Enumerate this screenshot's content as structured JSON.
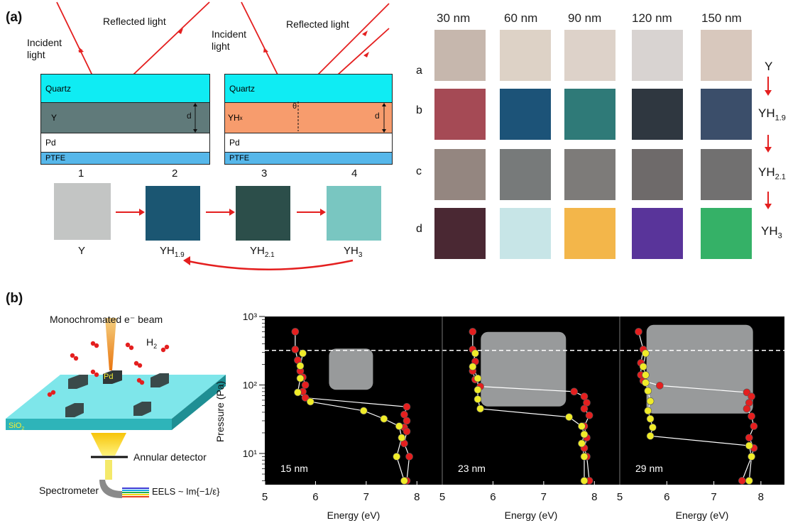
{
  "panel_a": {
    "label": "(a)",
    "diagram1": {
      "incident": "Incident\nlight",
      "reflected": "Reflected light",
      "layers": [
        "Quartz",
        "Y",
        "Pd",
        "PTFE"
      ],
      "d": "d"
    },
    "diagram2": {
      "incident": "Incident\nlight",
      "reflected": "Reflected light",
      "layers": [
        "Quartz",
        "YH",
        "Pd",
        "PTFE"
      ],
      "yh_sub": "x",
      "d": "d",
      "theta": "θ"
    },
    "sequence": [
      {
        "num": "1",
        "label": "Y",
        "sub": "",
        "color": "#c3c5c4"
      },
      {
        "num": "2",
        "label": "YH",
        "sub": "1.9",
        "color": "#1b5672"
      },
      {
        "num": "3",
        "label": "YH",
        "sub": "2.1",
        "color": "#2c4e4a"
      },
      {
        "num": "4",
        "label": "YH",
        "sub": "3",
        "color": "#79c6c1"
      }
    ],
    "thicknesses": [
      "30 nm",
      "60 nm",
      "90 nm",
      "120 nm",
      "150 nm"
    ],
    "rows": [
      {
        "row": "a",
        "label": "Y",
        "sub": "",
        "colors": [
          "#c6b7ad",
          "#ddd2c6",
          "#ddd2c9",
          "#d8d3d1",
          "#d8c8bd"
        ]
      },
      {
        "row": "b",
        "label": "YH",
        "sub": "1.9",
        "colors": [
          "#a54a55",
          "#1c5378",
          "#2f7a78",
          "#2f3740",
          "#3b4e6a"
        ]
      },
      {
        "row": "c",
        "label": "YH",
        "sub": "2.1",
        "colors": [
          "#948680",
          "#777a7a",
          "#7d7b79",
          "#6e6a6a",
          "#717070"
        ]
      },
      {
        "row": "d",
        "label": "YH",
        "sub": "3",
        "colors": [
          "#4a2833",
          "#c7e5e7",
          "#f3b64a",
          "#59349a",
          "#35b167"
        ]
      }
    ]
  },
  "panel_b": {
    "label": "(b)",
    "schematic": {
      "beam": "Monochromated e⁻ beam",
      "h2": "H",
      "h2_sub": "2",
      "pd": "Pd",
      "sio2": "SiO",
      "sio2_sub": "2",
      "detector": "Annular detector",
      "spectrometer": "Spectrometer",
      "eels": "EELS ~ Im{−1/ε}"
    },
    "chart_data": [
      {
        "type": "line",
        "annotation": "15 nm",
        "xlabel": "Energy (eV)",
        "ylabel": "Pressure (Pa)",
        "xlim": [
          5,
          8.5
        ],
        "ylim": [
          3.5,
          1000
        ],
        "yscale": "log",
        "x_ticks": [
          "5",
          "6",
          "7",
          "8"
        ],
        "y_ticks": [
          "10¹",
          "10²",
          "10³"
        ],
        "dashed_line_y": 320,
        "series": [
          {
            "color": "#e41f1f",
            "points": [
              [
                5.6,
                600
              ],
              [
                5.6,
                330
              ],
              [
                5.65,
                230
              ],
              [
                5.7,
                160
              ],
              [
                5.75,
                130
              ],
              [
                5.8,
                100
              ],
              [
                5.75,
                80
              ],
              [
                5.8,
                65
              ],
              [
                7.8,
                48
              ],
              [
                7.75,
                37
              ],
              [
                7.8,
                30
              ],
              [
                7.75,
                24
              ],
              [
                7.8,
                21
              ],
              [
                7.75,
                14
              ],
              [
                7.85,
                9
              ],
              [
                7.8,
                4
              ]
            ]
          },
          {
            "color": "#f0ec29",
            "points": [
              [
                5.75,
                290
              ],
              [
                5.7,
                190
              ],
              [
                5.7,
                125
              ],
              [
                5.65,
                78
              ],
              [
                5.9,
                57
              ],
              [
                6.95,
                42
              ],
              [
                7.35,
                32
              ],
              [
                7.65,
                25
              ],
              [
                7.7,
                17
              ],
              [
                7.6,
                9
              ],
              [
                7.75,
                4
              ]
            ]
          }
        ]
      },
      {
        "type": "line",
        "annotation": "23 nm",
        "xlabel": "Energy (eV)",
        "xlim": [
          5,
          8.5
        ],
        "ylim": [
          3.5,
          1000
        ],
        "yscale": "log",
        "x_ticks": [
          "5",
          "6",
          "7",
          "8"
        ],
        "dashed_line_y": 320,
        "series": [
          {
            "color": "#e41f1f",
            "points": [
              [
                5.6,
                600
              ],
              [
                5.6,
                330
              ],
              [
                5.65,
                220
              ],
              [
                5.6,
                160
              ],
              [
                5.65,
                120
              ],
              [
                5.75,
                95
              ],
              [
                7.6,
                80
              ],
              [
                7.8,
                68
              ],
              [
                7.85,
                55
              ],
              [
                7.8,
                45
              ],
              [
                7.9,
                36
              ],
              [
                7.8,
                25
              ],
              [
                7.85,
                17
              ],
              [
                7.8,
                12
              ],
              [
                7.85,
                9
              ],
              [
                7.9,
                4
              ]
            ]
          },
          {
            "color": "#f0ec29",
            "points": [
              [
                5.65,
                290
              ],
              [
                5.6,
                185
              ],
              [
                5.7,
                125
              ],
              [
                5.7,
                85
              ],
              [
                5.7,
                62
              ],
              [
                5.75,
                45
              ],
              [
                7.5,
                34
              ],
              [
                7.75,
                25
              ],
              [
                7.8,
                19
              ],
              [
                7.75,
                14
              ],
              [
                7.8,
                9
              ],
              [
                7.8,
                4
              ]
            ]
          }
        ]
      },
      {
        "type": "line",
        "annotation": "29 nm",
        "xlabel": "Energy (eV)",
        "xlim": [
          5,
          8.5
        ],
        "ylim": [
          3.5,
          1000
        ],
        "yscale": "log",
        "x_ticks": [
          "5",
          "6",
          "7",
          "8"
        ],
        "dashed_line_y": 320,
        "series": [
          {
            "color": "#e41f1f",
            "points": [
              [
                5.4,
                600
              ],
              [
                5.5,
                330
              ],
              [
                5.45,
                210
              ],
              [
                5.45,
                140
              ],
              [
                5.5,
                115
              ],
              [
                5.85,
                98
              ],
              [
                7.7,
                78
              ],
              [
                7.8,
                68
              ],
              [
                7.75,
                55
              ],
              [
                7.7,
                45
              ],
              [
                7.8,
                35
              ],
              [
                7.85,
                25
              ],
              [
                7.75,
                17
              ],
              [
                7.85,
                12
              ],
              [
                7.8,
                9
              ],
              [
                7.6,
                4
              ]
            ]
          },
          {
            "color": "#f0ec29",
            "points": [
              [
                5.55,
                290
              ],
              [
                5.5,
                185
              ],
              [
                5.55,
                140
              ],
              [
                5.55,
                108
              ],
              [
                5.6,
                82
              ],
              [
                5.65,
                58
              ],
              [
                5.6,
                42
              ],
              [
                5.65,
                32
              ],
              [
                5.7,
                24
              ],
              [
                5.65,
                18
              ],
              [
                7.75,
                13
              ],
              [
                7.8,
                9
              ],
              [
                7.75,
                4
              ]
            ]
          }
        ]
      }
    ]
  }
}
